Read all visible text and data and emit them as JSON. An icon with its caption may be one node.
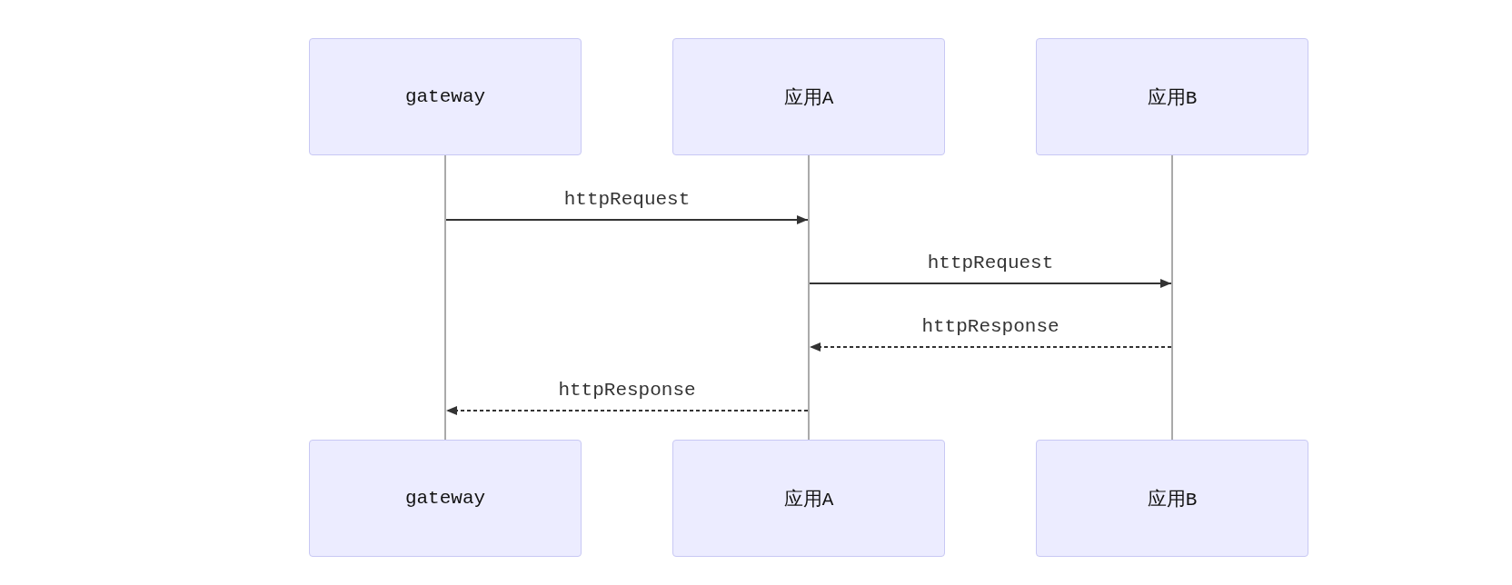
{
  "diagram": {
    "nodes": [
      {
        "text": [
          "gateway"
        ]
      },
      {
        "text": [
          "应用A"
        ]
      },
      {
        "text": [
          "应用B"
        ]
      },
      {
        "text": [],
        "shape": "bar"
      },
      {
        "text": [],
        "shape": "bar"
      },
      {
        "text": [],
        "shape": "bar"
      },
      {
        "text": [
          "gateway"
        ]
      },
      {
        "text": [
          "应用A"
        ]
      },
      {
        "text": [
          "应用B"
        ]
      }
    ],
    "edges": [
      {
        "from": 3,
        "to": 4,
        "arrow": "to",
        "label": "httpRequest"
      },
      {
        "from": 4,
        "to": 5,
        "arrow": "to",
        "label": "httpRequest"
      },
      {
        "from": 5,
        "to": 4,
        "arrow": "to",
        "label": "httpResponse",
        "style": "dashed"
      },
      {
        "from": 4,
        "to": 3,
        "arrow": "to",
        "label": "httpResponse",
        "style": "dashed"
      }
    ]
  }
}
